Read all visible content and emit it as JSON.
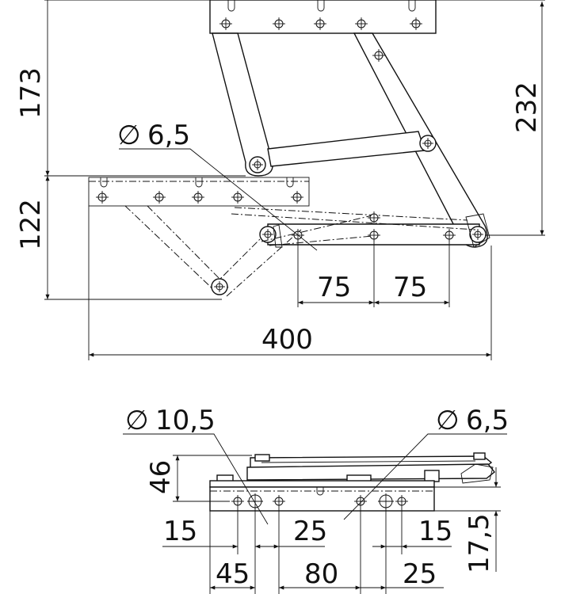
{
  "top_view": {
    "dim_173": "173",
    "dim_232": "232",
    "dim_122": "122",
    "dim_400": "400",
    "dim_75_left": "75",
    "dim_75_right": "75",
    "hole_diameter": "6,5"
  },
  "bottom_view": {
    "dim_46": "46",
    "dim_15_left": "15",
    "dim_25_center": "25",
    "dim_15_right": "15",
    "dim_17_5": "17,5",
    "dim_45": "45",
    "dim_80": "80",
    "dim_25_right": "25",
    "hole_diameter_large": "10,5",
    "hole_diameter_small": "6,5"
  },
  "colors": {
    "line": "#111111",
    "background": "#ffffff"
  }
}
